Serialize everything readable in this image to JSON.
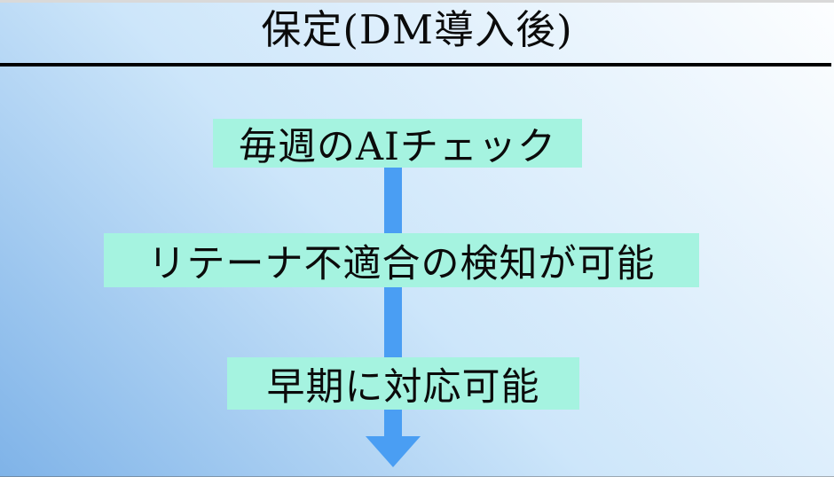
{
  "slide": {
    "title": "保定(DM導入後)",
    "flow_steps": [
      {
        "label": "毎週のAIチェック"
      },
      {
        "label": "リテーナ不適合の検知が可能"
      },
      {
        "label": "早期に対応可能"
      }
    ],
    "icons": {
      "down_arrow": "down-arrow"
    },
    "colors": {
      "highlight": "#a5f3e0",
      "arrow": "#4a9ef3",
      "title_rule": "#000000",
      "bg_from": "#7fb3e8",
      "bg_to": "#fdfeff",
      "text": "#0b0b0b"
    }
  }
}
